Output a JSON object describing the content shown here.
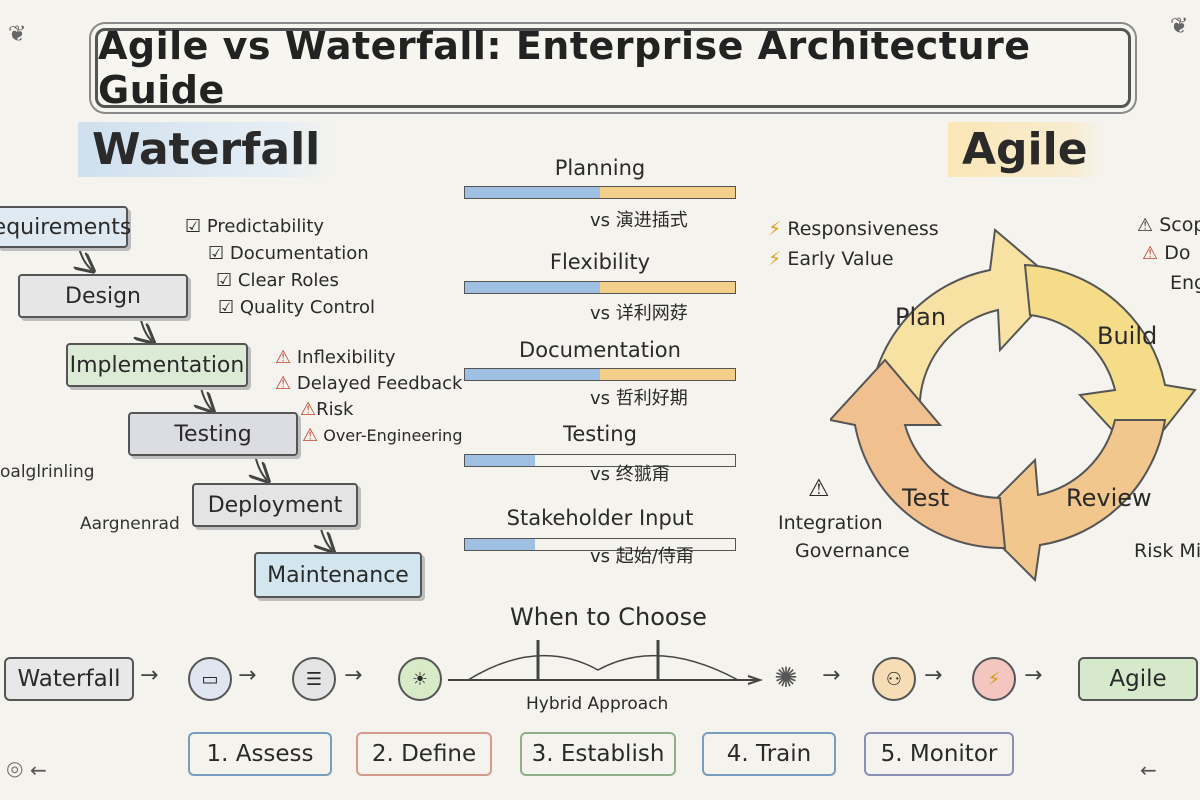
{
  "title": "Agile vs Waterfall: Enterprise Architecture Guide",
  "waterfall": {
    "heading": "Waterfall",
    "steps": [
      "equirements",
      "Design",
      "Implementation",
      "Testing",
      "Deployment",
      "Maintenance"
    ],
    "pros": [
      "Predictability",
      "Documentation",
      "Clear Roles",
      "Quality Control"
    ],
    "cons": [
      "Inflexibility",
      "Delayed Feedback",
      "Risk",
      "Over-Engineering"
    ],
    "side_labels": [
      "oalglrinling",
      "Aargnenrad"
    ]
  },
  "comparison": [
    {
      "label": "Planning",
      "vs": "vs 演进插式"
    },
    {
      "label": "Flexibility",
      "vs": "vs 详利网䒵"
    },
    {
      "label": "Documentation",
      "vs": "vs 哲利好期"
    },
    {
      "label": "Testing",
      "vs": "vs 终䎉甭"
    },
    {
      "label": "Stakeholder Input",
      "vs": "vs 起始/侍甭"
    }
  ],
  "agile": {
    "heading": "Agile",
    "pros": [
      "Responsiveness",
      "Early Value"
    ],
    "cons_cut": [
      "Scop",
      "Do",
      "Eng"
    ],
    "cycle": [
      "Plan",
      "Build",
      "Review",
      "Test"
    ],
    "notes": [
      "Integration",
      "Governance"
    ],
    "risk_cut": "Risk Mi"
  },
  "bottom": {
    "heading": "When to Choose",
    "left_pill": "Waterfall",
    "right_pill": "Agile",
    "bridge_label": "Hybrid Approach",
    "phases": [
      "1. Assess",
      "2. Define",
      "3. Establish",
      "4. Train",
      "5. Monitor"
    ]
  },
  "colors": {
    "waterfall_blue": "#9fc0e2",
    "agile_orange": "#f3cf8a",
    "warning_red": "#c2442e",
    "implementation_green": "#d9ead2",
    "maintenance_blue": "#cfe3ee"
  },
  "icons": {
    "check": "checkbox-check-icon",
    "warning": "warning-triangle-icon",
    "bolt": "lightning-bolt-icon"
  }
}
